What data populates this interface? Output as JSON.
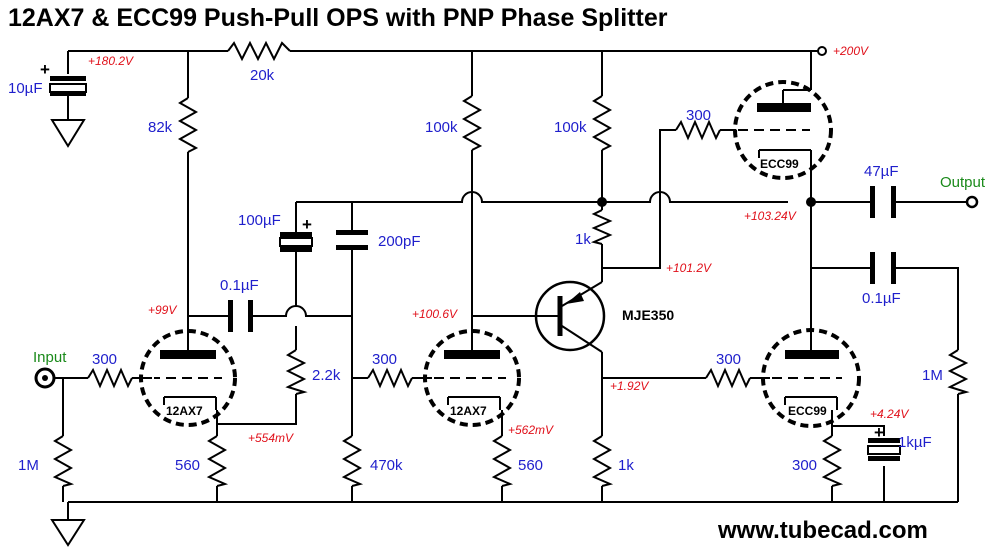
{
  "title": "12AX7 & ECC99 Push-Pull OPS with PNP Phase Splitter",
  "website": "www.tubecad.com",
  "colors": {
    "value": "#1f1fcc",
    "voltage": "#e0101a",
    "io": "#1a8a1a",
    "ink": "#000000"
  },
  "io": {
    "input": "Input",
    "output": "Output"
  },
  "supplies": {
    "b_plus": "+200V",
    "filtered": "+180.2V"
  },
  "components": {
    "c_supply": "10µF",
    "r_drop": "20k",
    "r_v1_plate": "82k",
    "r_v2_plate": "100k",
    "r_q_base": "100k",
    "r_q_emitter": "1k",
    "r_v3_grid": "300",
    "c_v3_out": "47µF",
    "c_coupling": "100µF",
    "c_comp": "200pF",
    "c_v1_out": "0.1µF",
    "c_v4_out": "0.1µF",
    "r_input_grid": "300",
    "r_input_ground": "1M",
    "r_v1_cathode": "560",
    "r_feedback": "2.2k",
    "r_v2_grid": "300",
    "r_v2_grid_leak": "470k",
    "r_v2_cathode": "560",
    "r_q_collector": "1k",
    "r_v4_grid": "300",
    "r_v4_cathode": "300",
    "c_v4_bypass": "1kµF",
    "r_output_load": "1M"
  },
  "voltages": {
    "v1_plate": "+99V",
    "v1_cathode": "+554mV",
    "v2_plate": "+100.6V",
    "v2_cathode": "+562mV",
    "q_emitter": "+101.2V",
    "q_collector": "+1.92V",
    "output_node": "+103.24V",
    "v4_cathode": "+4.24V"
  },
  "parts": {
    "transistor": "MJE350",
    "v1": "12AX7",
    "v2": "12AX7",
    "v3": "ECC99",
    "v4": "ECC99"
  },
  "icons": [
    "resistor-icon",
    "capacitor-icon",
    "electrolytic-capacitor-icon",
    "triode-icon",
    "pnp-transistor-icon",
    "ground-icon",
    "terminal-icon",
    "input-jack-icon",
    "junction-dot-icon"
  ]
}
